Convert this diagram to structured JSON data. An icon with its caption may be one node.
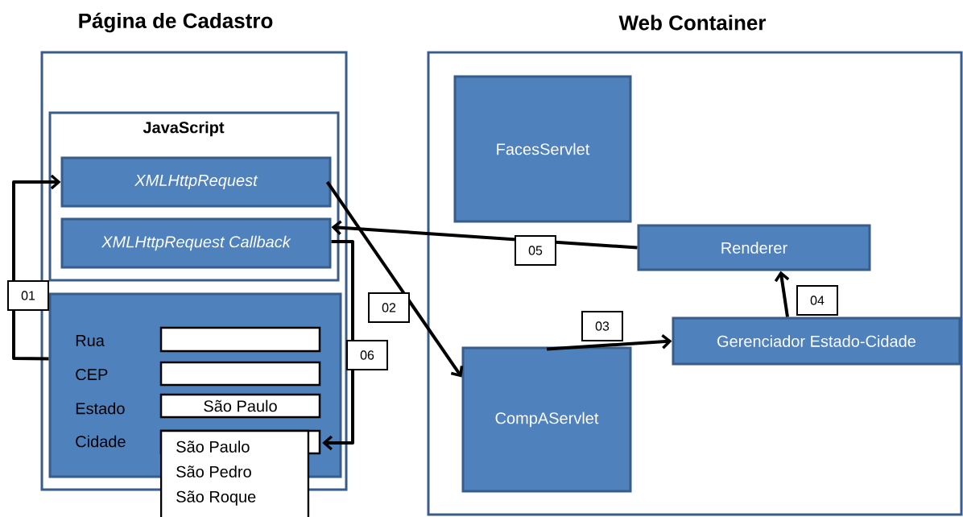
{
  "diagram": {
    "nodes": [
      {
        "text": [
          "Página de Cadastro"
        ]
      },
      {
        "text": [
          "JavaScript"
        ],
        "in": 0
      },
      {
        "text": [
          "XMLHttpRequest"
        ],
        "in": 1
      },
      {
        "text": [
          "XMLHttpRequest Callback"
        ],
        "in": 1
      },
      {
        "text": [],
        "shape": "box",
        "in": 0
      },
      {
        "text": [],
        "shape": "box",
        "in": 4
      },
      {
        "text": [],
        "shape": "box",
        "in": 4
      },
      {
        "text": [
          "São Paulo"
        ],
        "in": 4
      },
      {
        "text": [
          "São Paulo",
          "São Pedro",
          "São Roque"
        ]
      },
      {
        "text": [
          "Web Container"
        ]
      },
      {
        "text": [
          "FacesServlet"
        ],
        "in": 9
      },
      {
        "text": [
          "Renderer"
        ],
        "in": 9
      },
      {
        "text": [
          "Gerenciador  Estado-Cidade"
        ],
        "in": 9
      },
      {
        "text": [
          "CompAServlet"
        ],
        "in": 9
      }
    ],
    "edges": [
      {
        "from": 4,
        "to": 2,
        "arrow": "to",
        "label": "01"
      },
      {
        "from": 2,
        "to": 13,
        "arrow": "to",
        "label": "02"
      },
      {
        "from": 13,
        "to": 12,
        "arrow": "to",
        "label": "03"
      },
      {
        "from": 12,
        "to": 11,
        "arrow": "to",
        "label": "04"
      },
      {
        "from": 11,
        "to": 3,
        "arrow": "to",
        "label": "05"
      },
      {
        "from": 3,
        "to": 8,
        "arrow": "to",
        "label": "06"
      }
    ],
    "labels": [
      "Rua",
      "CEP",
      "Estado",
      "Cidade"
    ]
  }
}
